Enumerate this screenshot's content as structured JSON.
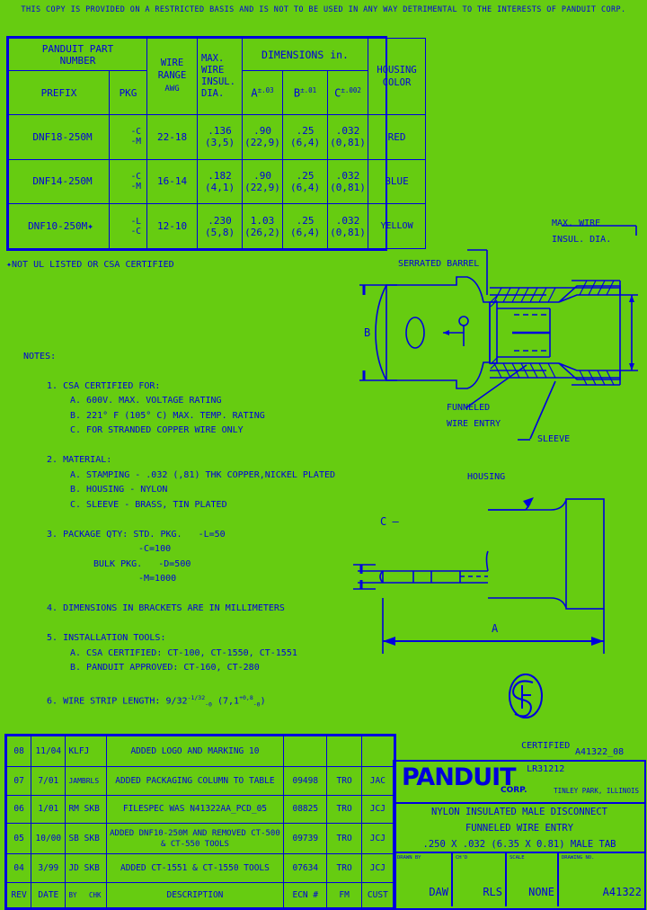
{
  "notice": "THIS COPY IS PROVIDED ON A RESTRICTED BASIS AND IS NOT TO BE USED IN ANY WAY DETRIMENTAL TO THE INTERESTS OF PANDUIT CORP.",
  "colors": {
    "background": "#66cc11",
    "line": "#0000dd"
  },
  "parts_table": {
    "headers": {
      "part_number": "PANDUIT PART\nNUMBER",
      "prefix": "PREFIX",
      "pkg": "PKG",
      "wire_range": "WIRE\nRANGE\nAWG",
      "max_insul": "MAX.\nWIRE\nINSUL.\nDIA.",
      "dimensions": "DIMENSIONS in.",
      "dim_a": "A",
      "dim_a_tol": "±.03",
      "dim_b": "B",
      "dim_b_tol": "±.01",
      "dim_c": "C",
      "dim_c_tol": "±.002",
      "housing_color": "HOUSING\nCOLOR"
    },
    "rows": [
      {
        "prefix": "DNF18-250M",
        "pkg1": "-C",
        "pkg2": "-M",
        "wire_range": "22-18",
        "insul_in": ".136",
        "insul_mm": "(3,5)",
        "a_in": ".90",
        "a_mm": "(22,9)",
        "b_in": ".25",
        "b_mm": "(6,4)",
        "c_in": ".032",
        "c_mm": "(0,81)",
        "color": "RED"
      },
      {
        "prefix": "DNF14-250M",
        "pkg1": "-C",
        "pkg2": "-M",
        "wire_range": "16-14",
        "insul_in": ".182",
        "insul_mm": "(4,1)",
        "a_in": ".90",
        "a_mm": "(22,9)",
        "b_in": ".25",
        "b_mm": "(6,4)",
        "c_in": ".032",
        "c_mm": "(0,81)",
        "color": "BLUE"
      },
      {
        "prefix": "DNF10-250M✦",
        "pkg1": "-L",
        "pkg2": "-C",
        "wire_range": "12-10",
        "insul_in": ".230",
        "insul_mm": "(5,8)",
        "a_in": "1.03",
        "a_mm": "(26,2)",
        "b_in": ".25",
        "b_mm": "(6,4)",
        "c_in": ".032",
        "c_mm": "(0,81)",
        "color": "YELLOW"
      }
    ]
  },
  "footnote": "✦NOT UL LISTED OR CSA CERTIFIED",
  "notes": {
    "heading": "NOTES:",
    "items": [
      {
        "num": "1.",
        "text": "CSA CERTIFIED FOR:",
        "subs": [
          "A. 600V. MAX. VOLTAGE RATING",
          "B. 221° F (105° C) MAX. TEMP. RATING",
          "C. FOR STRANDED COPPER WIRE ONLY"
        ]
      },
      {
        "num": "2.",
        "text": "MATERIAL:",
        "subs": [
          "A. STAMPING - .032 (,81) THK COPPER,NICKEL PLATED",
          "B. HOUSING - NYLON",
          "C. SLEEVE - BRASS, TIN PLATED"
        ]
      },
      {
        "num": "3.",
        "text": "PACKAGE QTY: STD. PKG.   -L=50",
        "subs": [
          "-C=100",
          "BULK PKG.   -D=500",
          "-M=1000"
        ]
      },
      {
        "num": "4.",
        "text": "DIMENSIONS IN BRACKETS ARE IN MILLIMETERS",
        "subs": []
      },
      {
        "num": "5.",
        "text": "INSTALLATION TOOLS:",
        "subs": [
          "A. CSA CERTIFIED: CT-100, CT-1550, CT-1551",
          "B. PANDUIT APPROVED: CT-160, CT-280"
        ]
      },
      {
        "num": "6.",
        "text": "WIRE STRIP LENGTH: 9/32",
        "subs": [],
        "tol_sup": "-1/32",
        "tol_sub": "-0",
        "metric": "(7,1",
        "metric_sup": "+0,8",
        "metric_sub": "-0",
        "metric_close": ")"
      }
    ]
  },
  "drawing_labels": {
    "serrated_barrel": "SERRATED BARREL",
    "max_wire_insul": "MAX. WIRE\nINSUL. DIA.",
    "max_wire_line1": "MAX. WIRE",
    "max_wire_line2": "INSUL. DIA.",
    "funneled_line1": "FUNNELED",
    "funneled_line2": "WIRE ENTRY",
    "sleeve": "SLEEVE",
    "housing": "HOUSING",
    "dim_b": "B",
    "dim_a": "A",
    "dim_c": "C"
  },
  "csa": {
    "mark": "CSA",
    "certified": "CERTIFIED",
    "file_no": "LR31212",
    "drawing_code": "A41322_08"
  },
  "revision_table": {
    "headers": {
      "rev": "REV",
      "date": "DATE",
      "by": "BY",
      "chk": "CHK",
      "description": "DESCRIPTION",
      "ecn": "ECN #",
      "fm": "FM",
      "cust": "CUST"
    },
    "rows": [
      {
        "rev": "08",
        "date": "11/04",
        "by": "KLFJ",
        "chk": "",
        "description": "ADDED LOGO AND MARKING 10",
        "ecn": "",
        "fm": "",
        "cust": ""
      },
      {
        "rev": "07",
        "date": "7/01",
        "by": "JAM",
        "chk": "BRLS",
        "description": "ADDED PACKAGING COLUMN TO TABLE",
        "ecn": "09498",
        "fm": "TRO",
        "cust": "JAC"
      },
      {
        "rev": "06",
        "date": "1/01",
        "by": "RM",
        "chk": "SKB",
        "description": "FILESPEC WAS N41322AA_PCD_05",
        "ecn": "08825",
        "fm": "TRO",
        "cust": "JCJ"
      },
      {
        "rev": "05",
        "date": "10/00",
        "by": "SB",
        "chk": "SKB",
        "description": "ADDED DNF10-250M AND REMOVED CT-500 & CT-550 TOOLS",
        "ecn": "09739",
        "fm": "TRO",
        "cust": "JCJ"
      },
      {
        "rev": "04",
        "date": "3/99",
        "by": "JD",
        "chk": "SKB",
        "description": "ADDED CT-1551 & CT-1550 TOOLS",
        "ecn": "07634",
        "fm": "TRO",
        "cust": "JCJ"
      }
    ]
  },
  "title_block": {
    "company": "PANDUIT",
    "company_suffix": "CORP.",
    "city": "TINLEY PARK, ILLINOIS",
    "title_line1": "NYLON INSULATED MALE DISCONNECT",
    "title_line2": "FUNNELED WIRE ENTRY",
    "title_line3": ".250 X .032 (6.35 X 0.81) MALE TAB",
    "drawn_by_label": "DRAWN BY",
    "drawn_by": "DAW",
    "checked_label": "CH'D",
    "checked": "RLS",
    "scale_label": "SCALE",
    "scale": "NONE",
    "drawing_no_label": "DRAWING NO.",
    "drawing_no": "A41322"
  }
}
